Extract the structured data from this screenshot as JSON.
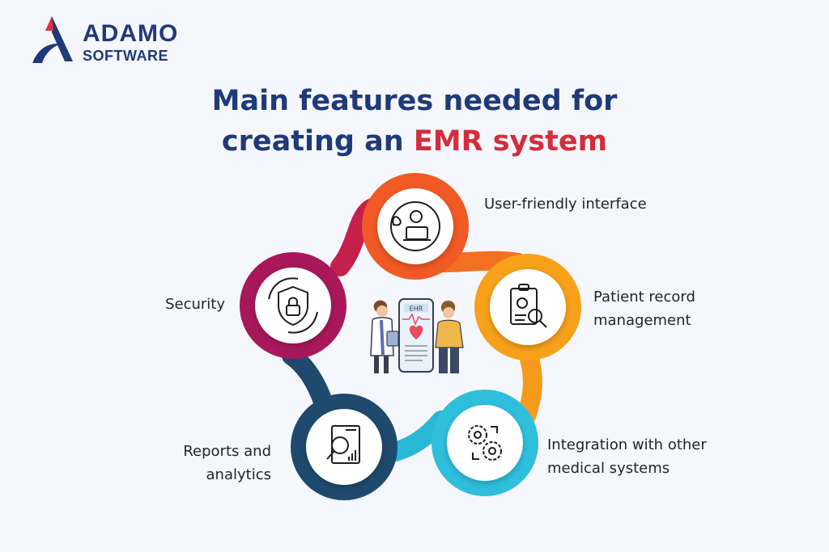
{
  "brand": {
    "line1": "ADAMO",
    "line2": "SOFTWARE",
    "primary_color": "#1f3a78",
    "accent_color": "#e0303c"
  },
  "title": {
    "line1": "Main features needed for",
    "line2_prefix": "creating an ",
    "line2_highlight": "EMR system"
  },
  "center": {
    "phone_label": "EHR",
    "icon": "doctor-patient-phone-illustration"
  },
  "features": [
    {
      "line1": "User-friendly interface",
      "line2": "",
      "color": "#f15a24",
      "icon": "user-laptop-icon"
    },
    {
      "line1": "Patient record",
      "line2": "management",
      "color": "#f8a11b",
      "icon": "clipboard-search-icon"
    },
    {
      "line1": "Integration with other",
      "line2": "medical systems",
      "color": "#2fbfdc",
      "icon": "gears-sync-icon"
    },
    {
      "line1": "Reports and",
      "line2": "analytics",
      "color": "#1f4a6e",
      "icon": "report-magnifier-icon"
    },
    {
      "line1": "Security",
      "line2": "",
      "color": "#a8185a",
      "icon": "shield-lock-icon"
    }
  ]
}
